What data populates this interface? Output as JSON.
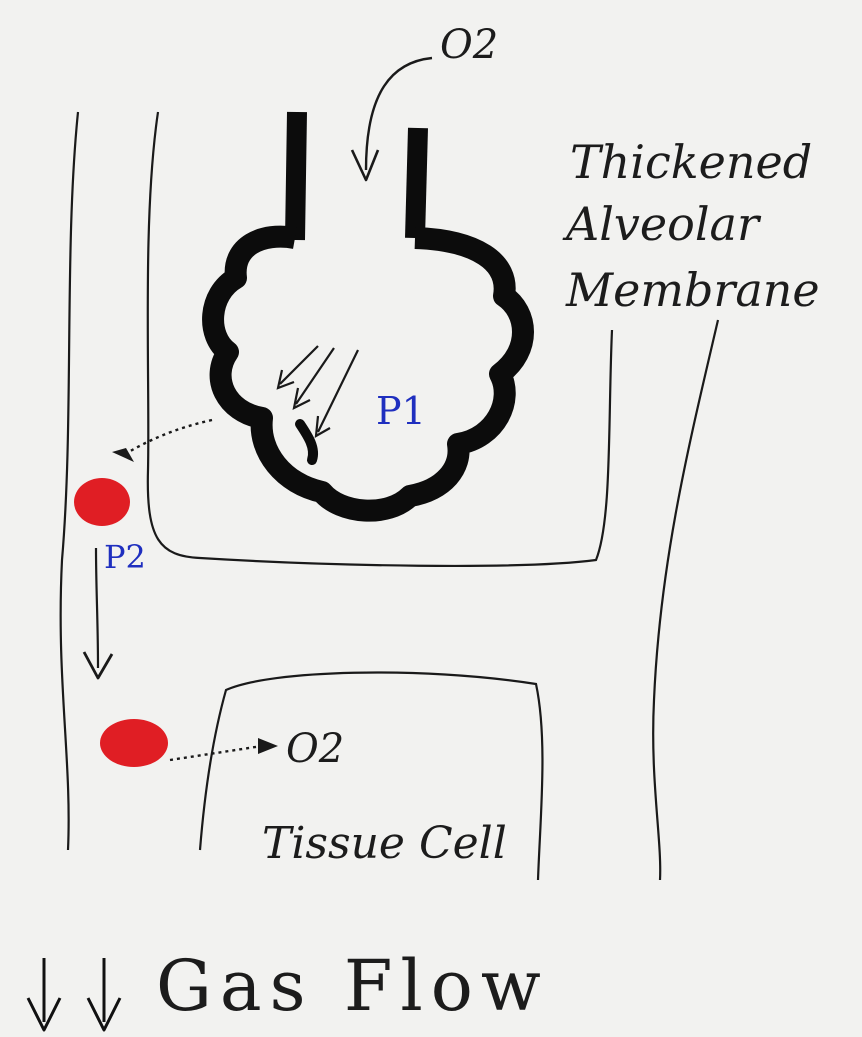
{
  "labels": {
    "o2_top": "O2",
    "membrane_line1": "Thickened",
    "membrane_line2": "Alveolar",
    "membrane_line3": "Membrane",
    "p1": "P1",
    "p2": "P2",
    "o2_tissue": "O2",
    "tissue_cell": "Tissue Cell",
    "gas_flow": "Gas Flow"
  },
  "colors": {
    "ink": "#111111",
    "pen_blue": "#1f2fbf",
    "red_blood_cell": "#e01e24",
    "paper": "#f2f2f0"
  }
}
